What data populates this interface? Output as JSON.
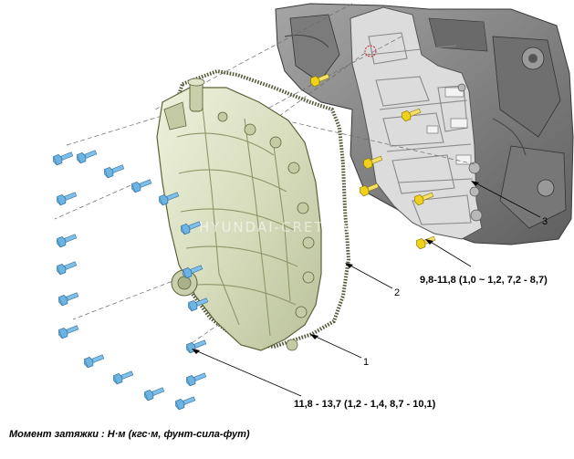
{
  "callouts": {
    "gasket": "2",
    "pan": "1",
    "valve_body": "3"
  },
  "torque_specs": {
    "valve_body_bolts": "9,8-11,8 (1,0 ~ 1,2, 7,2 - 8,7)",
    "pan_bolts": "11,8 - 13,7 (1,2 - 1,4, 8,7 - 10,1)"
  },
  "watermark": "HYUNDAI-CRETA.NET",
  "legend": "Момент затяжки : Н·м (кгс·м, фунт-сила-фут)",
  "colors": {
    "pan_fill": "#d9dfc2",
    "bolt_blue": "#6db4e3",
    "bolt_yellow": "#f1d21a",
    "plate_fill": "#dcdcdc",
    "housing_fill": "#8c8c8c"
  }
}
